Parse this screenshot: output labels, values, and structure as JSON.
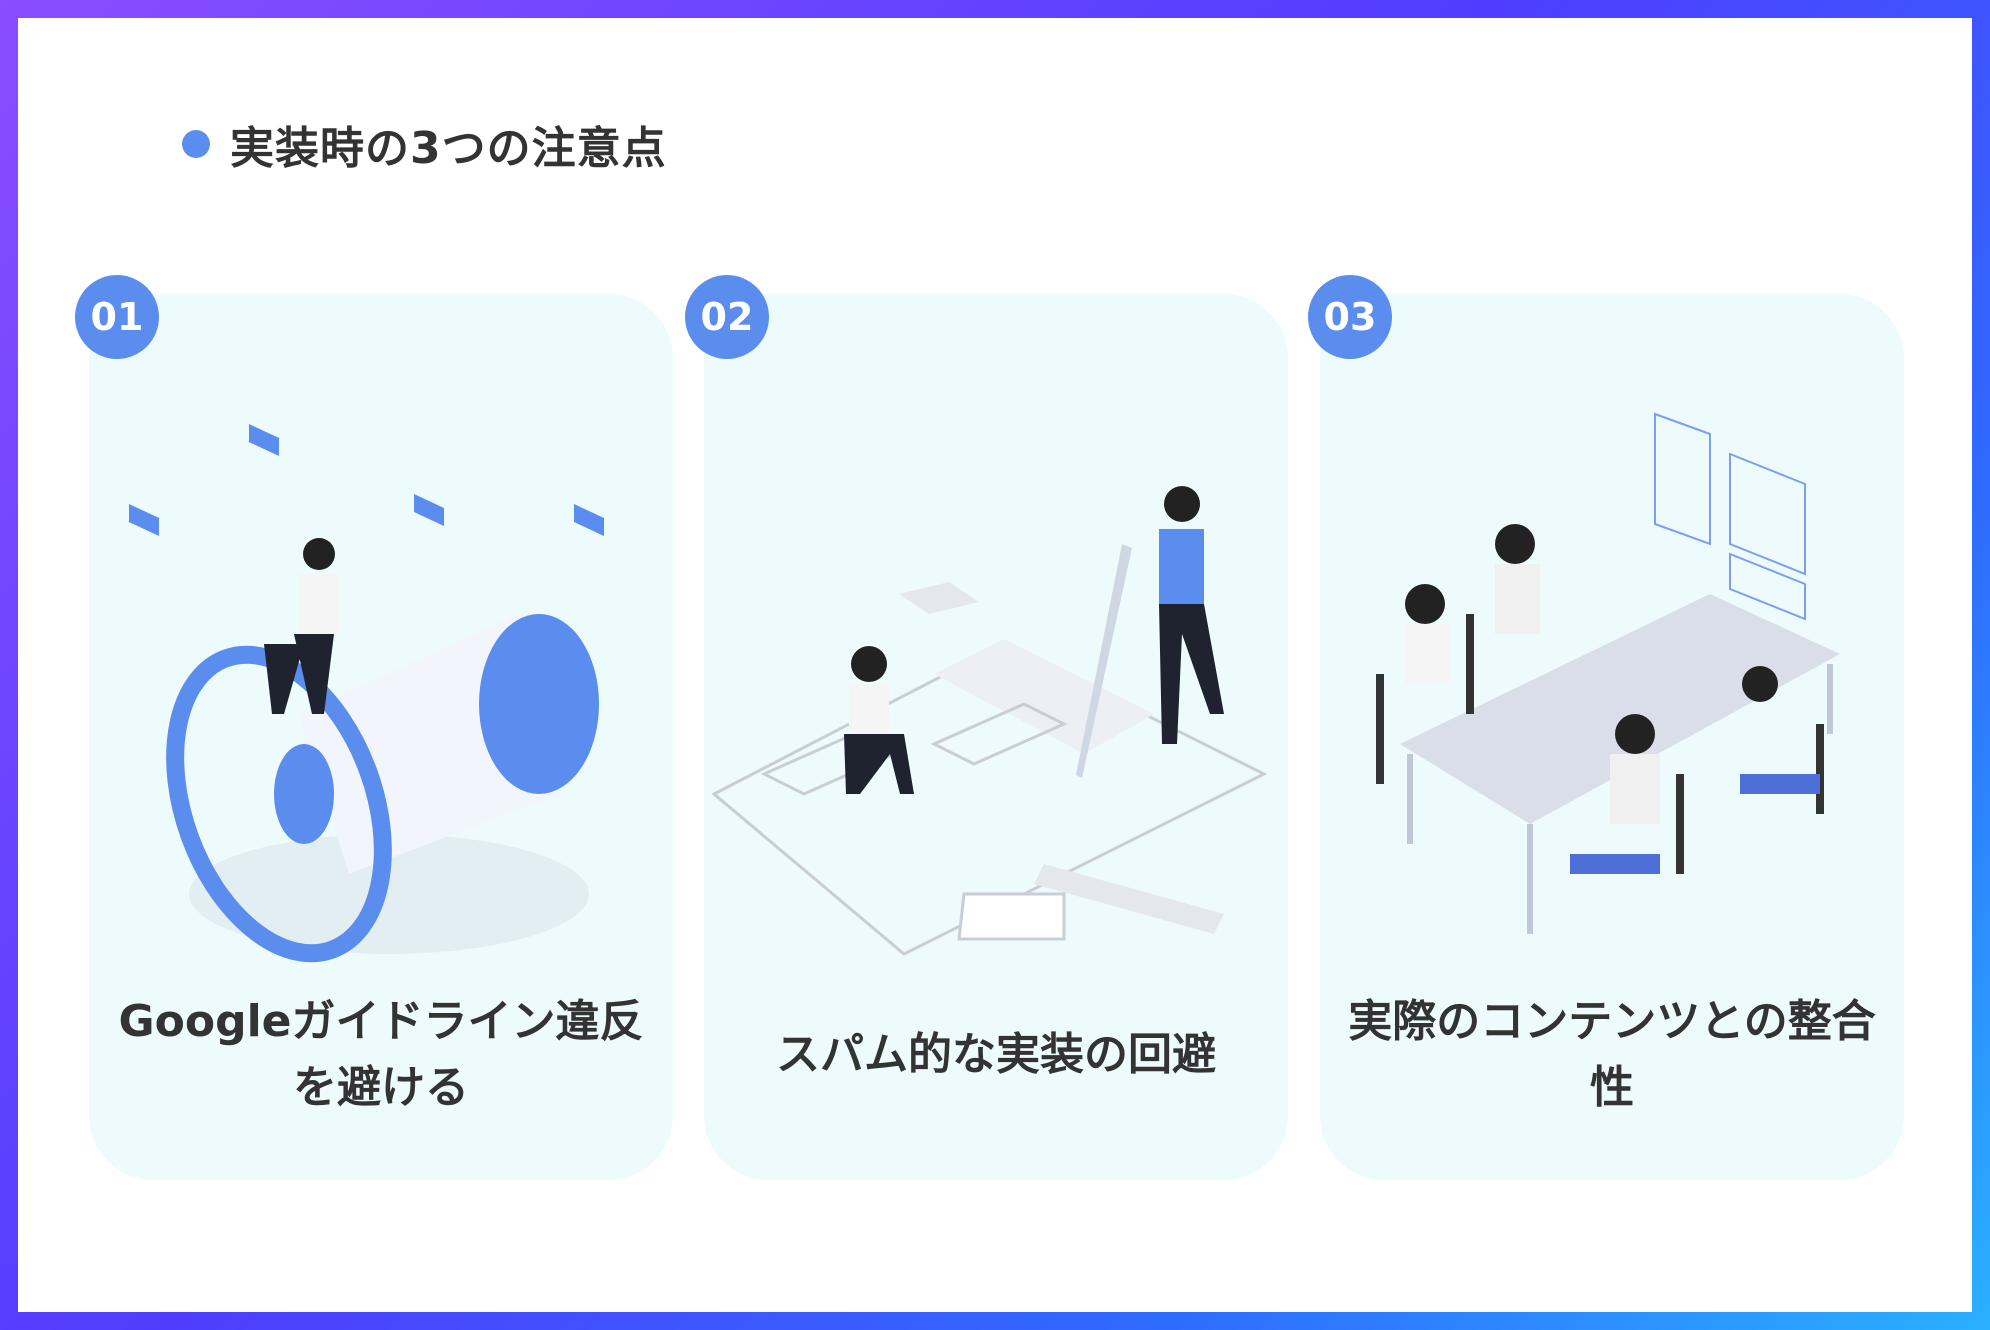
{
  "title": "実装時の3つの注意点",
  "accent": "#5b8def",
  "cards": [
    {
      "number": "01",
      "label": "Googleガイドライン違反を避ける",
      "icon": "megaphone-illustration"
    },
    {
      "number": "02",
      "label": "スパム的な実装の回避",
      "icon": "design-layout-illustration"
    },
    {
      "number": "03",
      "label": "実際のコンテンツとの整合性",
      "icon": "team-meeting-illustration"
    }
  ]
}
